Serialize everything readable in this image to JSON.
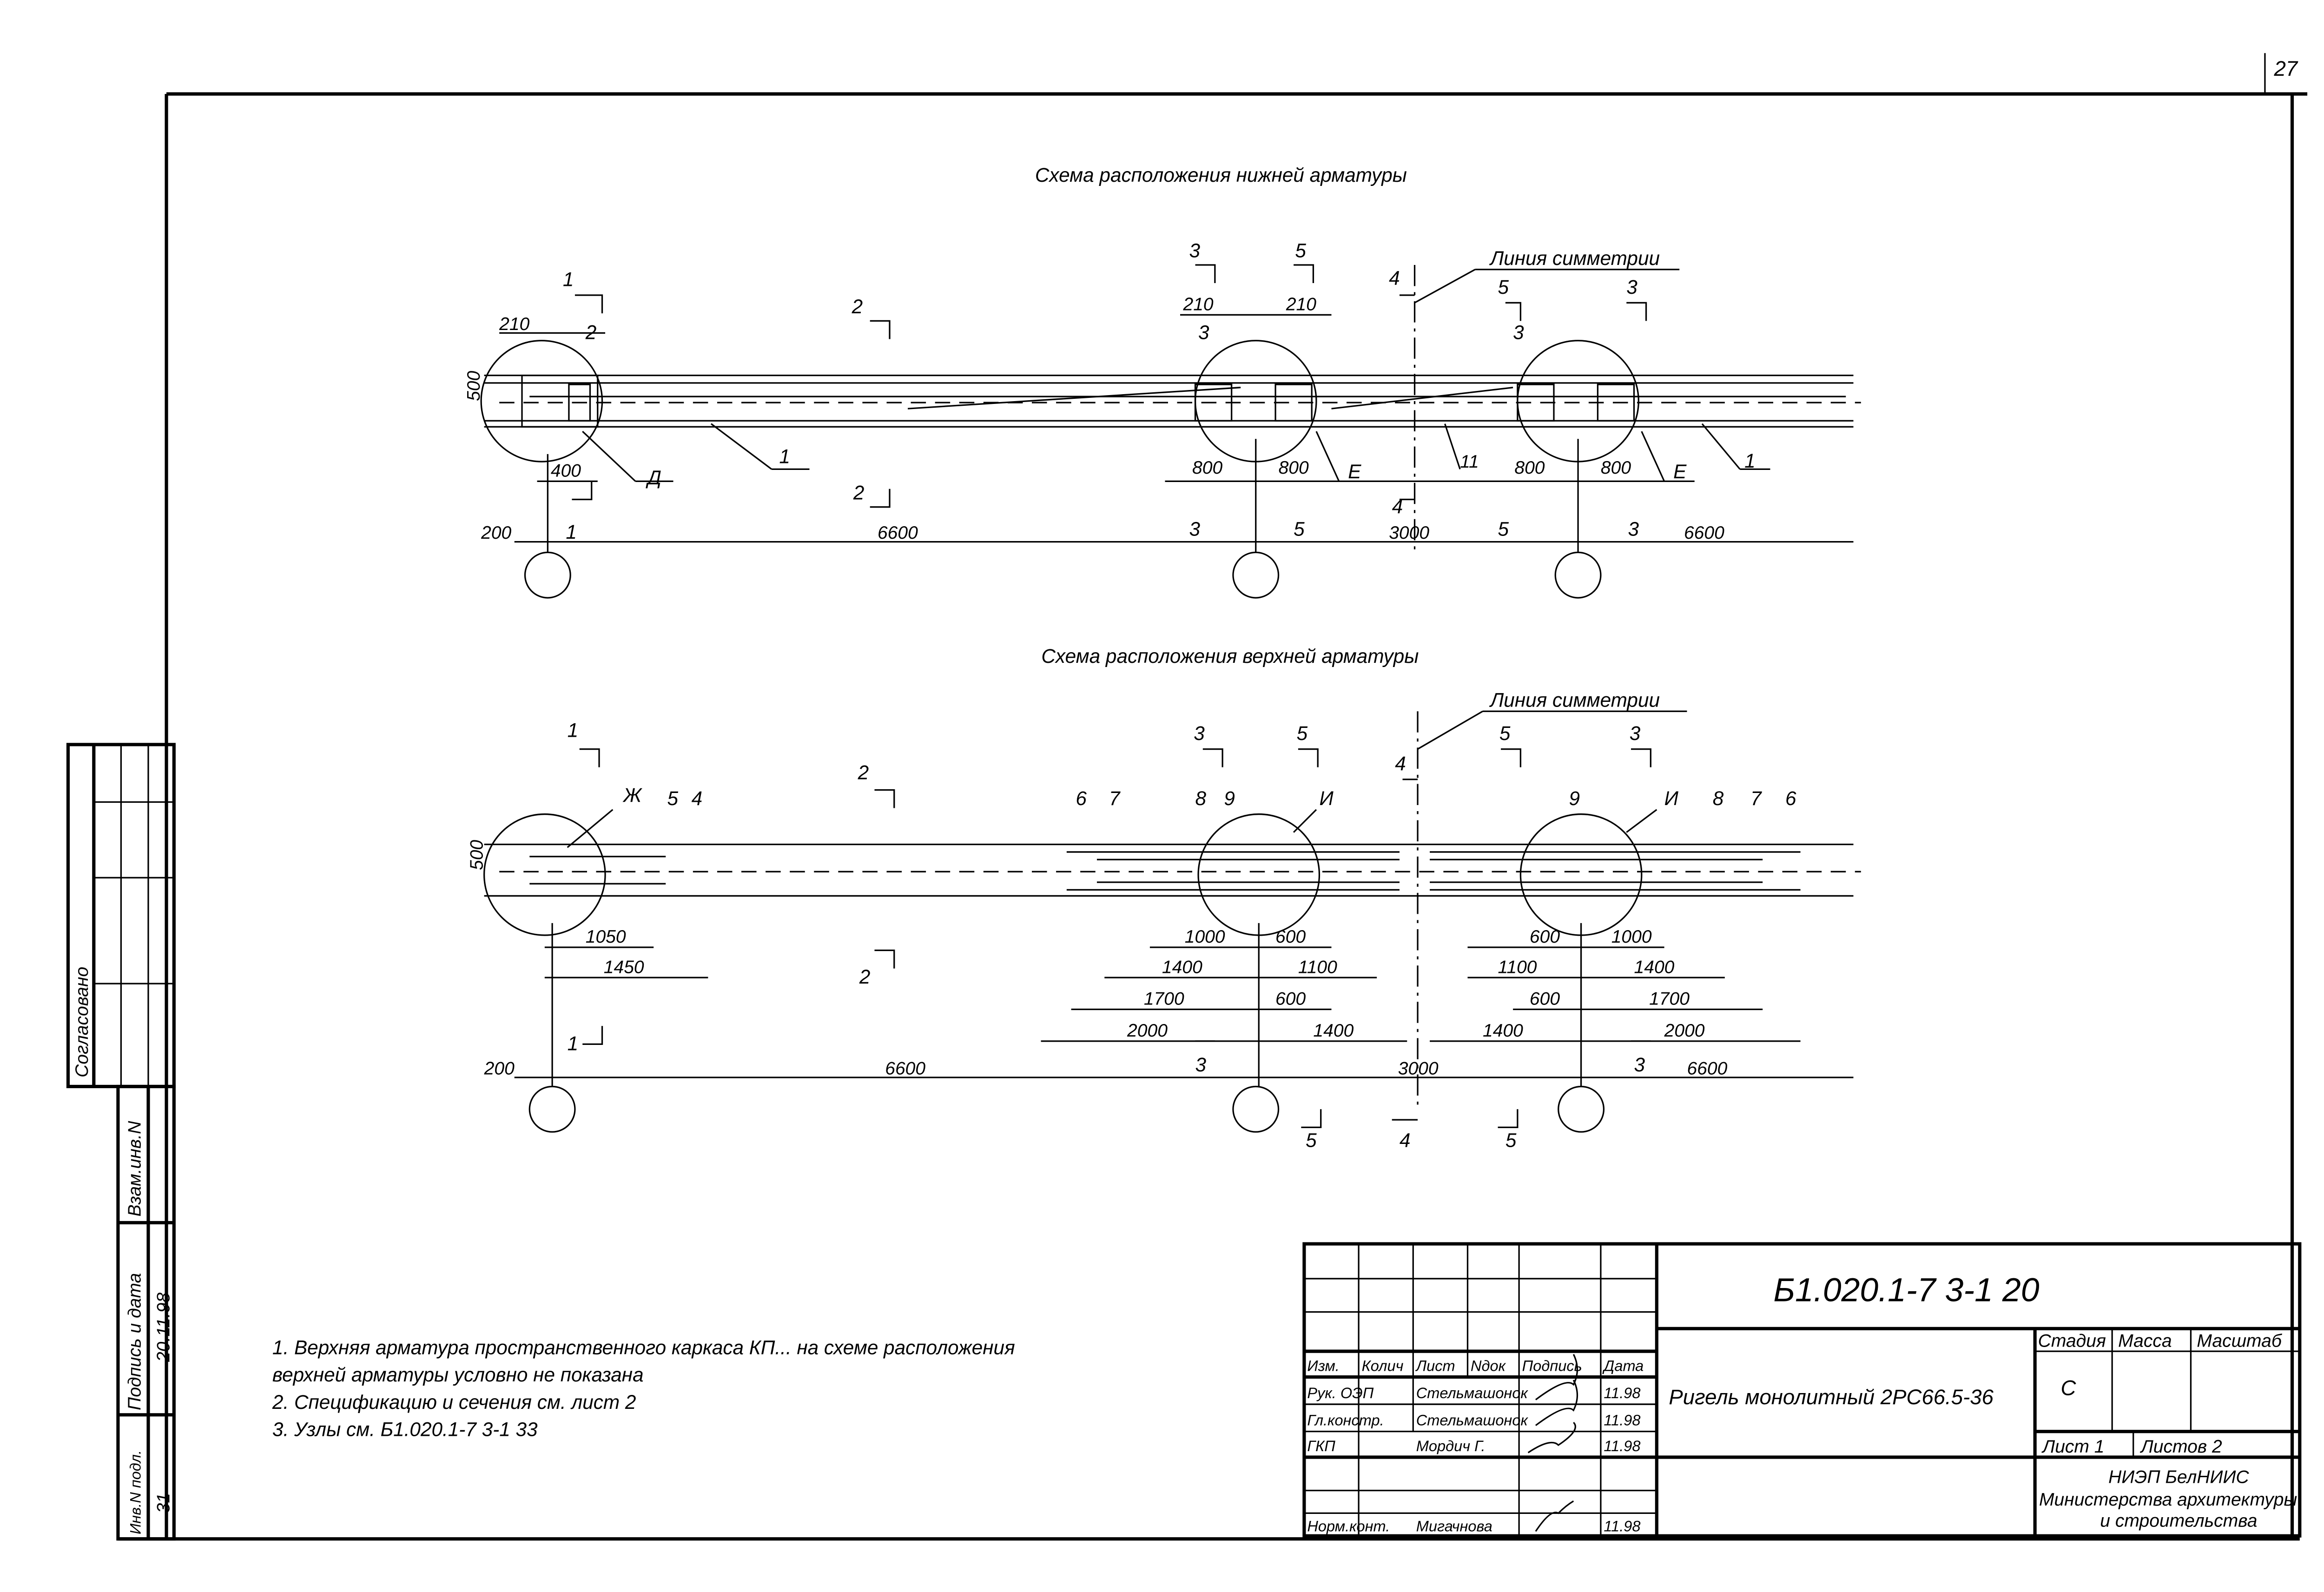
{
  "page_number": "27",
  "top_scheme": {
    "title": "Схема расположения нижней арматуры",
    "symmetry_label": "Линия симметрии",
    "labels": [
      "1",
      "2",
      "210",
      "2",
      "500",
      "400",
      "Д",
      "1",
      "2",
      "3",
      "5",
      "210",
      "210",
      "3",
      "800",
      "800",
      "Е",
      "4",
      "4",
      "5",
      "3",
      "3",
      "11",
      "800",
      "800",
      "Е",
      "1"
    ],
    "dim_line": [
      "200",
      "1",
      "6600",
      "3",
      "5",
      "3000",
      "5",
      "3",
      "6600"
    ]
  },
  "bottom_scheme": {
    "title": "Схема расположения верхней арматуры",
    "symmetry_label": "Линия симметрии",
    "labels": [
      "1",
      "2",
      "Ж",
      "5",
      "4",
      "500",
      "1050",
      "1450",
      "2",
      "1",
      "3",
      "5",
      "4",
      "5",
      "3",
      "6",
      "7",
      "8",
      "9",
      "И",
      "9",
      "И",
      "8",
      "7",
      "6"
    ],
    "dims_left": [
      "1000",
      "600",
      "1400",
      "1100",
      "1700",
      "600",
      "2000",
      "1400"
    ],
    "dims_right": [
      "600",
      "1000",
      "1100",
      "1400",
      "600",
      "1700",
      "1400",
      "2000"
    ],
    "dim_line": [
      "200",
      "6600",
      "3",
      "3000",
      "3",
      "6600"
    ],
    "below": [
      "5",
      "4",
      "5"
    ]
  },
  "notes": [
    "1. Верхняя арматура пространственного каркаса КП... на схеме расположения",
    "верхней арматуры условно не показана",
    "2. Спецификацию и сечения см. лист 2",
    "3. Узлы см. Б1.020.1-7 3-1 33"
  ],
  "title_block": {
    "code": "Б1.020.1-7 3-1   20",
    "name": "Ригель монолитный 2РС66.5-36",
    "headers": [
      "Изм.",
      "Колич",
      "Лист",
      "Nдок",
      "Подпись",
      "Дата"
    ],
    "rows": [
      {
        "role": "Рук. ОЭП",
        "name": "Стельмашонок",
        "date": "11.98"
      },
      {
        "role": "Гл.констр.",
        "name": "Стельмашонок",
        "date": "11.98"
      },
      {
        "role": "ГКП",
        "name": "Мордич Г.",
        "date": "11.98"
      },
      {
        "role": "Норм.конт.",
        "name": "Мигачнова",
        "date": "11.98"
      }
    ],
    "stage_header": "Стадия",
    "mass_header": "Масса",
    "scale_header": "Масштаб",
    "stage": "С",
    "sheet": "Лист 1",
    "sheets": "Листов 2",
    "org_lines": [
      "НИЭП БелНИИС",
      "Министерства архитектуры",
      "и строительства"
    ]
  },
  "side_stamp": {
    "agreed": "Согласовано",
    "replace_inv": "Взам.инв.N",
    "sign_date": "Подпись и дата",
    "sign_date_value": "20.11.98",
    "inv_orig": "Инв.N подл.",
    "inv_orig_value": "31"
  }
}
